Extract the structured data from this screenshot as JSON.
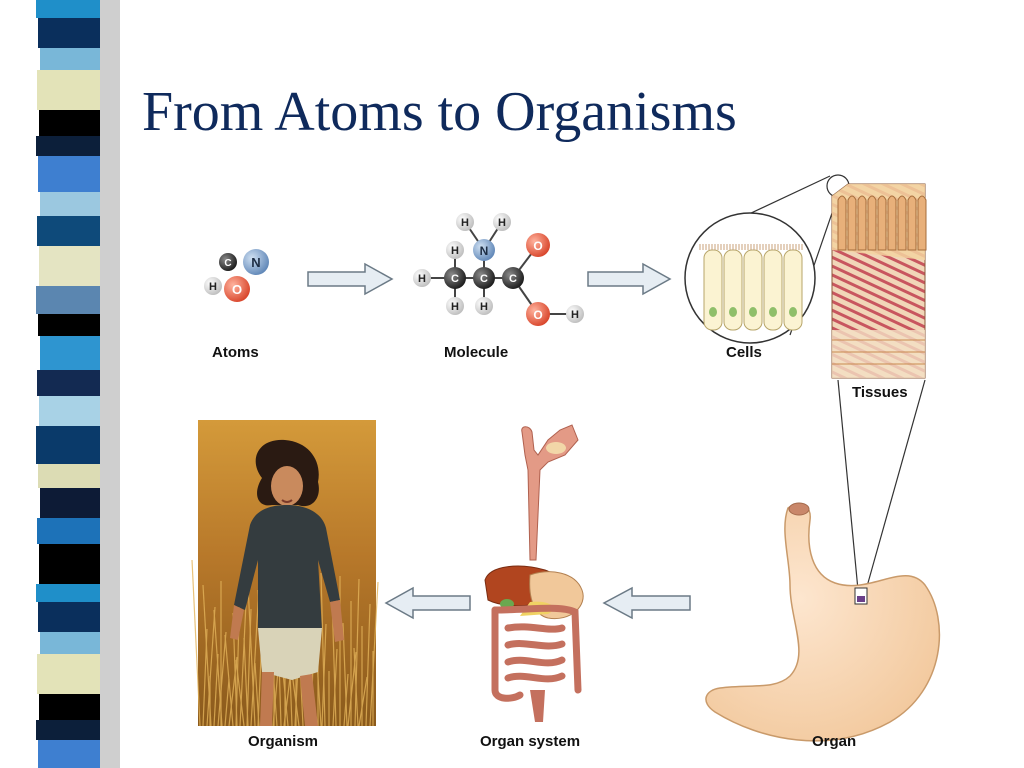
{
  "slide": {
    "title": "From Atoms to Organisms",
    "labels": {
      "atoms": "Atoms",
      "molecule": "Molecule",
      "cells": "Cells",
      "tissues": "Tissues",
      "organ": "Organ",
      "organ_system": "Organ system",
      "organism": "Organism"
    },
    "atoms": {
      "c": "C",
      "n": "N",
      "h": "H",
      "o": "O"
    },
    "molecule": {
      "h": "H",
      "n": "N",
      "c": "C",
      "o": "O"
    }
  },
  "colors": {
    "title": "#0f2a5c",
    "atom_carbon": "#2b2b2b",
    "atom_nitrogen": "#7ea3cf",
    "atom_oxygen": "#e0573a",
    "atom_hydrogen": "#d9d9d9",
    "arrow_fill": "#e6edf3",
    "arrow_stroke": "#6b7a86"
  },
  "icons": {
    "arrow": "block-arrow-icon",
    "stomach": "stomach-icon",
    "digestive": "digestive-system-icon",
    "person": "hiker-photo-icon",
    "cells": "epithelial-cells-icon",
    "tissue": "tissue-block-icon"
  }
}
